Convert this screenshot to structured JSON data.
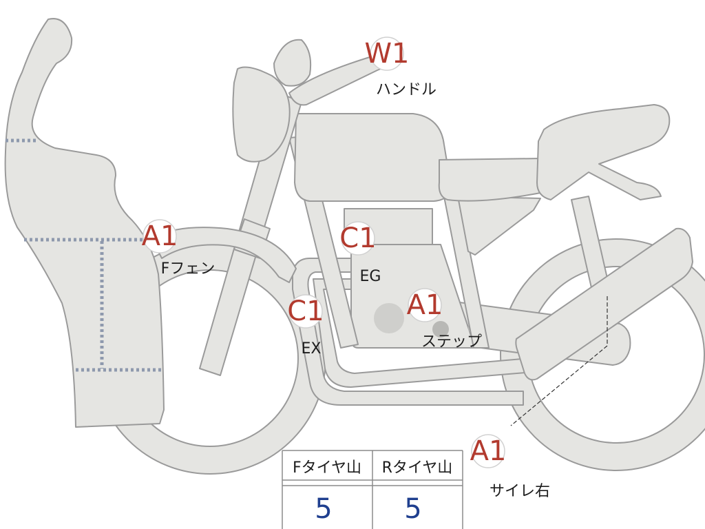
{
  "markers": [
    {
      "id": "handle",
      "grade": "W1",
      "label": "ハンドル"
    },
    {
      "id": "ffender",
      "grade": "A1",
      "label": "Fフェン"
    },
    {
      "id": "engine",
      "grade": "C1",
      "label": "EG"
    },
    {
      "id": "exhaust",
      "grade": "C1",
      "label": "EX"
    },
    {
      "id": "step",
      "grade": "A1",
      "label": "ステップ"
    },
    {
      "id": "silencer",
      "grade": "A1",
      "label": "サイレ右"
    }
  ],
  "tire_table": {
    "headers": [
      "Fタイヤ山",
      "Rタイヤ山"
    ],
    "values": [
      "5",
      "5"
    ]
  },
  "colors": {
    "body_fill": "#e5e5e2",
    "outline": "#9a9a9a",
    "grade_text": "#b23a2e",
    "value_text": "#1f3f8f",
    "seam_dots": "#8e99ad"
  }
}
